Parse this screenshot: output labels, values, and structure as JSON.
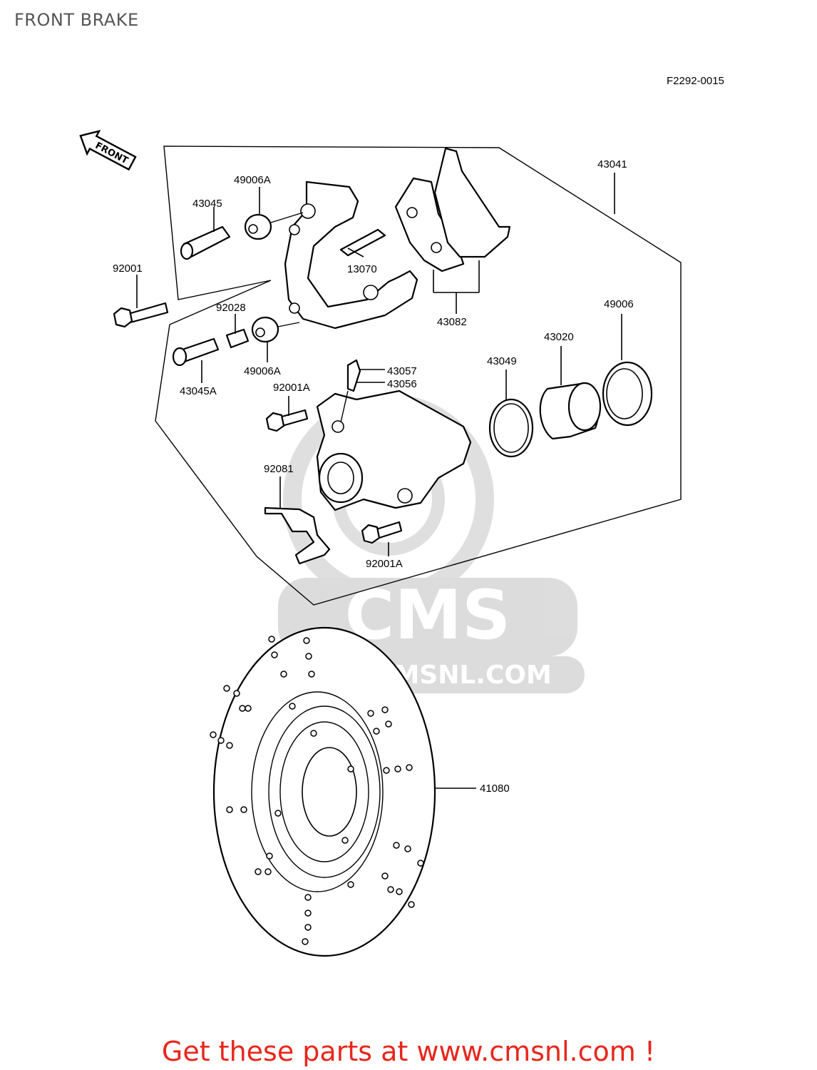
{
  "header": {
    "title": "FRONT BRAKE"
  },
  "diagram": {
    "code": "F2292-0015",
    "front_arrow_label": "FRONT",
    "watermark": {
      "logo": "CMS",
      "url": "WWW.CMSNL.COM"
    },
    "callouts": {
      "p43041": "43041",
      "p49006A_top": "49006A",
      "p43045": "43045",
      "p13070": "13070",
      "p92001": "92001",
      "p92028": "92028",
      "p43082": "43082",
      "p49006": "49006",
      "p43020": "43020",
      "p43049": "43049",
      "p49006A_bottom": "49006A",
      "p43045A": "43045A",
      "p43057": "43057",
      "p43056": "43056",
      "p92001A_top": "92001A",
      "p92081": "92081",
      "p92001A_bottom": "92001A",
      "p41080": "41080"
    }
  },
  "footer": {
    "cta": "Get these parts at www.cmsnl.com !",
    "cta_color": "#e8261c"
  }
}
